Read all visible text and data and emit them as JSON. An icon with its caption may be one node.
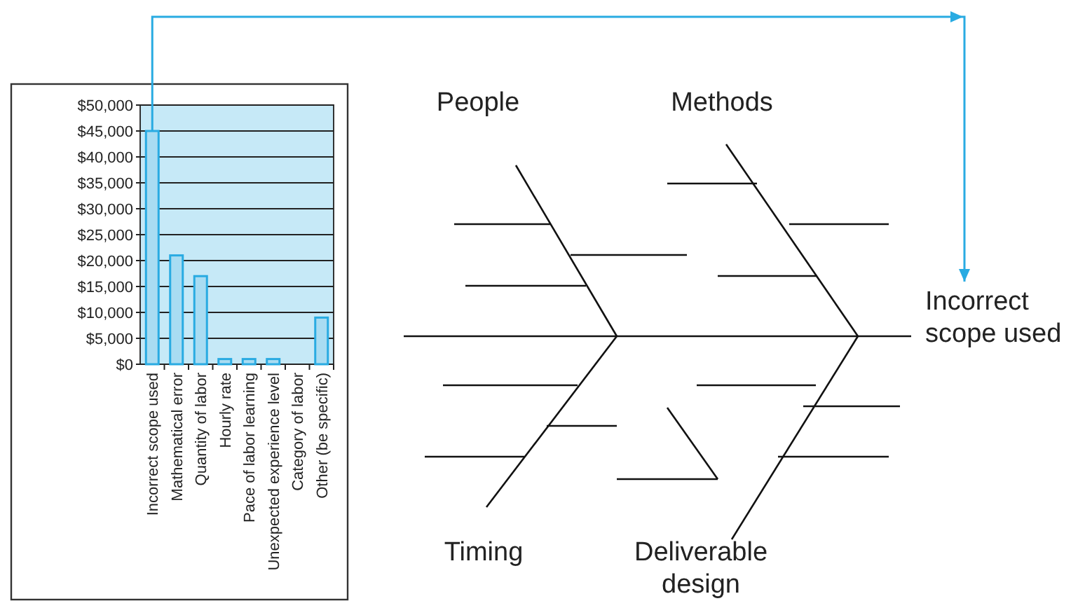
{
  "diagram": {
    "nodes": [
      {
        "text": [],
        "shape": "bar"
      },
      {
        "text": [
          "Incorrect scope used"
        ]
      }
    ],
    "edges": [
      {
        "from": 0,
        "to": 1,
        "arrow": "to"
      }
    ],
    "labels": [
      "People",
      "Methods",
      "Timing",
      "Deliverable design"
    ],
    "chart_data": {
      "type": "bar",
      "categories": [
        "Incorrect scope used",
        "Mathematical error",
        "Quantity of labor",
        "Hourly rate",
        "Pace of labor learning",
        "Unexpected experience level",
        "Category of labor",
        "Other (be specific)"
      ],
      "values": [
        45000,
        21000,
        17000,
        1000,
        1000,
        1000,
        0,
        9000
      ],
      "ylim": [
        0,
        50000
      ],
      "grid": true,
      "yticks": [
        {
          "value": 0,
          "label": "$0"
        },
        {
          "value": 5000,
          "label": "$5,000"
        },
        {
          "value": 10000,
          "label": "$10,000"
        },
        {
          "value": 15000,
          "label": "$15,000"
        },
        {
          "value": 20000,
          "label": "$20,000"
        },
        {
          "value": 25000,
          "label": "$25,000"
        },
        {
          "value": 30000,
          "label": "$30,000"
        },
        {
          "value": 35000,
          "label": "$35,000"
        },
        {
          "value": 40000,
          "label": "$40,000"
        },
        {
          "value": 45000,
          "label": "$45,000"
        },
        {
          "value": 50000,
          "label": "$50,000"
        }
      ]
    }
  }
}
